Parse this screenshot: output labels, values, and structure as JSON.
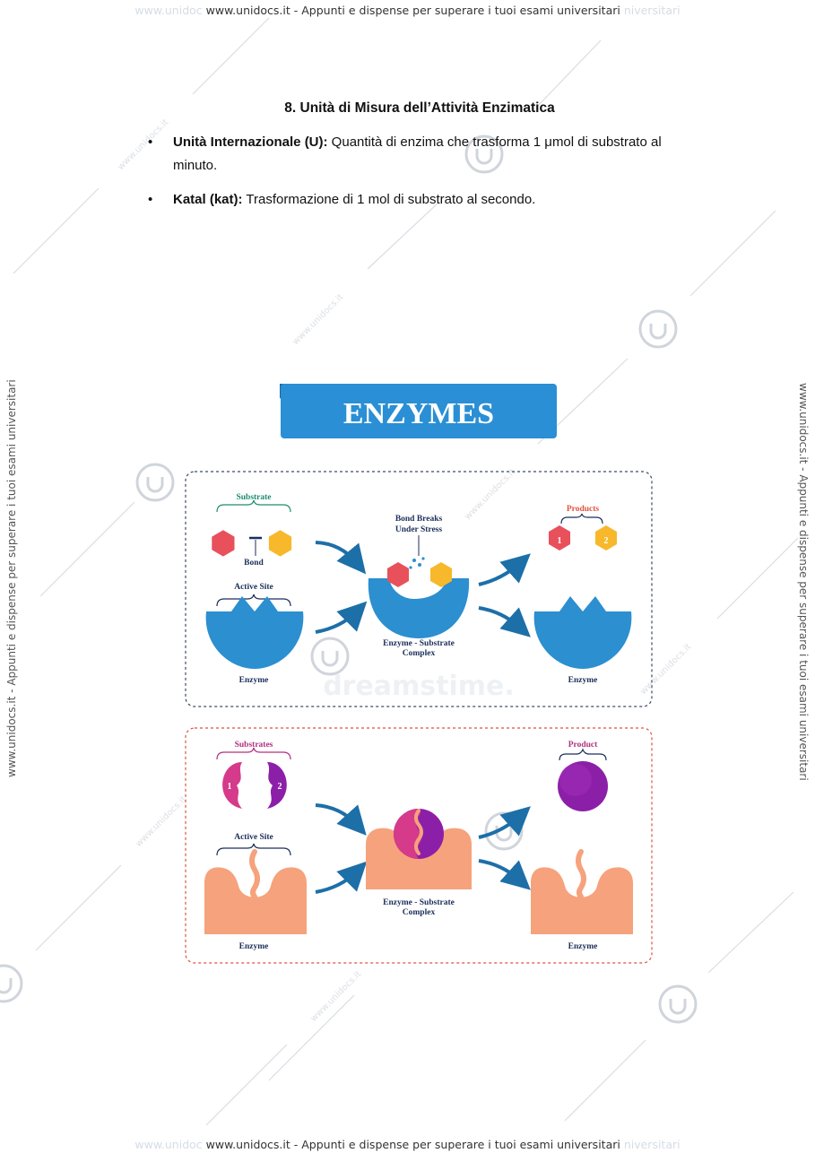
{
  "watermark": {
    "text": "www.unidocs.it - Appunti e dispense per superare i tuoi esami universitari",
    "ghost_left": "www.unidoc",
    "ghost_right": "niversitari",
    "site": "www.unidocs.it"
  },
  "section": {
    "title": "8. Unità di Misura dell’Attività Enzimatica",
    "items": [
      {
        "term": "Unità Internazionale (U):",
        "text": " Quantità di enzima che trasforma 1 μmol di substrato al minuto."
      },
      {
        "term": "Katal (kat):",
        "text": " Trasformazione di 1 mol di substrato al secondo."
      }
    ]
  },
  "figure": {
    "banner": "ENZYMES",
    "top_panel": {
      "substrate_label": "Substrate",
      "bond_label": "Bond",
      "active_site_label": "Active Site",
      "enzyme_label": "Enzyme",
      "bond_breaks_line1": "Bond Breaks",
      "bond_breaks_line2": "Under Stress",
      "complex_line1": "Enzyme - Substrate",
      "complex_line2": "Complex",
      "products_label": "Products",
      "product_1": "1",
      "product_2": "2",
      "enzyme_label_right": "Enzyme"
    },
    "bottom_panel": {
      "substrates_label": "Substrates",
      "substrate_1": "1",
      "substrate_2": "2",
      "active_site_label": "Active Site",
      "enzyme_label": "Enzyme",
      "complex_line1": "Enzyme - Substrate",
      "complex_line2": "Complex",
      "product_label": "Product",
      "enzyme_label_right": "Enzyme"
    },
    "stock_watermark": "dreamstime."
  },
  "colors": {
    "banner": "#2a8fd4",
    "enzyme_blue": "#2b8fd0",
    "enzyme_orange": "#f6a27c",
    "hex_red": "#e8505b",
    "hex_yellow": "#f7b82b",
    "magenta": "#d63a8a",
    "purple": "#8c1fa8",
    "arrow": "#1d6fa8",
    "label_green": "#1e8e6e",
    "label_red": "#e2523e",
    "label_magenta": "#b0307f",
    "label_navy": "#1b2f5a"
  }
}
